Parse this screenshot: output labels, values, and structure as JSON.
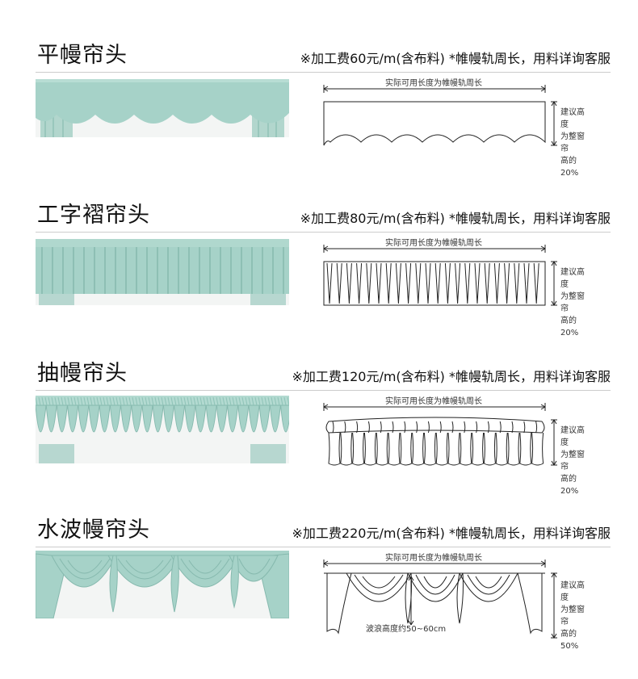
{
  "sections": [
    {
      "title": "平幔帘头",
      "note": "※加工费60元/m(含布料) *帷幔轨周长，用料详询客服",
      "width_label": "实际可用长度为帷幔轨周长",
      "height_label": [
        "建议高度",
        "为整窗帘",
        "高的20%"
      ]
    },
    {
      "title": "工字褶帘头",
      "note": "※加工费80元/m(含布料) *帷幔轨周长，用料详询客服",
      "width_label": "实际可用长度为帷幔轨周长",
      "height_label": [
        "建议高度",
        "为整窗帘",
        "高的20%"
      ]
    },
    {
      "title": "抽幔帘头",
      "note": "※加工费120元/m(含布料) *帷幔轨周长，用料详询客服",
      "width_label": "实际可用长度为帷幔轨周长",
      "height_label": [
        "建议高度",
        "为整窗帘",
        "高的20%"
      ]
    },
    {
      "title": "水波幔帘头",
      "note": "※加工费220元/m(含布料) *帷幔轨周长，用料详询客服",
      "width_label": "实际可用长度为帷幔轨周长",
      "height_label": [
        "建议高度",
        "为整窗帘",
        "高的50%"
      ],
      "wave_label": "波浪高度约50~60cm"
    }
  ],
  "colors": {
    "fabric": "#a6d2c8",
    "fabric_dark": "#86b9ae",
    "sheer": "#f2f4f3",
    "line": "#222222"
  }
}
